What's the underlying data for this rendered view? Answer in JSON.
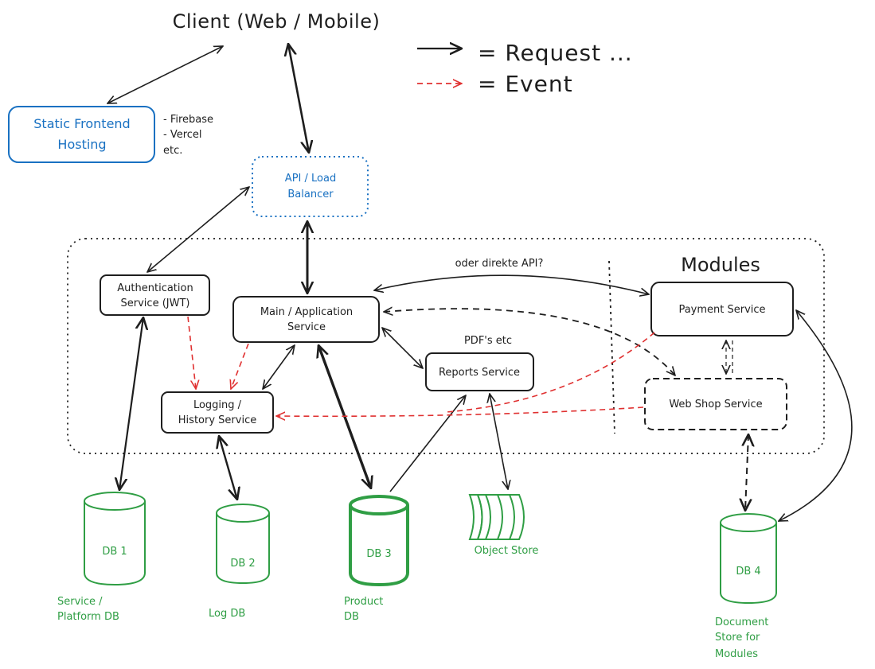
{
  "client": "Client (Web / Mobile)",
  "legend": {
    "request": "= Request ...",
    "event": "= Event"
  },
  "frontend": {
    "label_line1": "Static Frontend",
    "label_line2": "Hosting",
    "notes": [
      "- Firebase",
      "- Vercel",
      "etc."
    ]
  },
  "api": {
    "line1": "API / Load",
    "line2": "Balancer"
  },
  "modules_title": "Modules",
  "auth": {
    "line1": "Authentication",
    "line2": "Service (JWT)"
  },
  "main": {
    "line1": "Main / Application",
    "line2": "Service"
  },
  "logging": {
    "line1": "Logging /",
    "line2": "History Service"
  },
  "reports": {
    "label": "Reports Service",
    "note": "PDF's etc"
  },
  "payment": {
    "label": "Payment Service"
  },
  "webshop": {
    "label": "Web Shop Service"
  },
  "direct_api_note": "oder direkte API?",
  "db1": {
    "label": "DB 1",
    "caption_line1": "Service /",
    "caption_line2": "Platform DB"
  },
  "db2": {
    "label": "DB 2",
    "caption": "Log DB"
  },
  "db3": {
    "label": "DB 3",
    "caption_line1": "Product",
    "caption_line2": "DB"
  },
  "objstore": {
    "caption": "Object Store"
  },
  "db4": {
    "label": "DB 4",
    "caption_line1": "Document",
    "caption_line2": "Store for",
    "caption_line3": "Modules"
  },
  "colors": {
    "ink": "#1e1e1e",
    "event": "#e03131",
    "blue": "#1971c2",
    "green": "#2f9e44"
  }
}
